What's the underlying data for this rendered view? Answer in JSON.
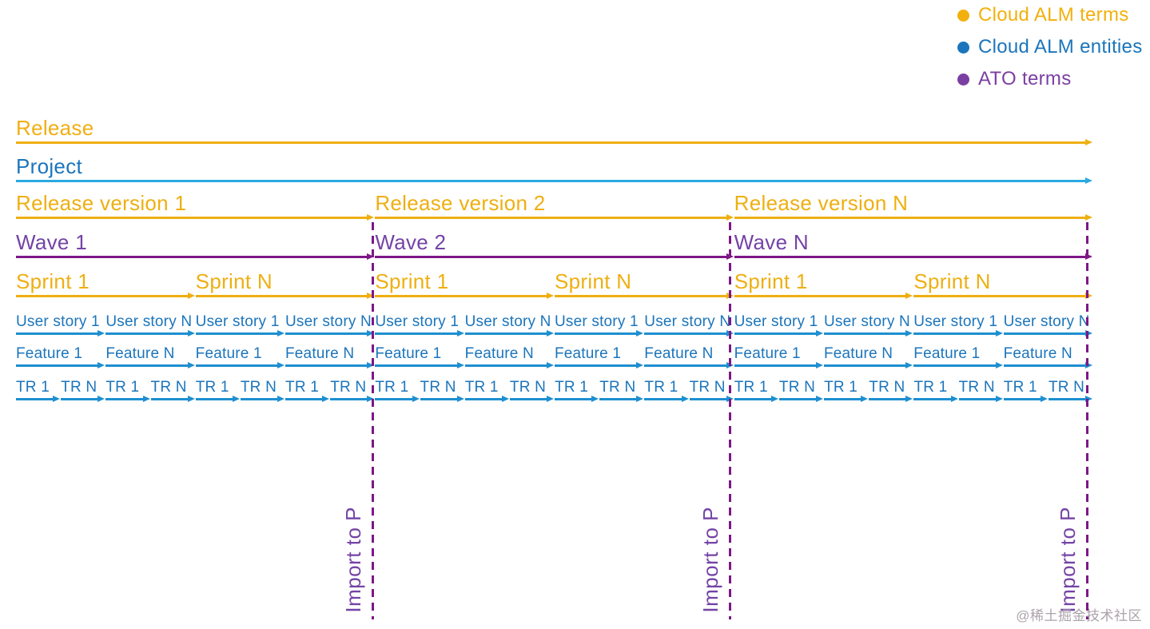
{
  "legend": {
    "items": [
      {
        "label": "Cloud ALM terms",
        "color": "#F2B00C"
      },
      {
        "label": "Cloud ALM entities",
        "color": "#1B75BC"
      },
      {
        "label": "ATO terms",
        "color": "#7B3FA2"
      }
    ]
  },
  "colors": {
    "yellow": "#EFAF12",
    "blue_text": "#1B75BC",
    "blue_line": "#1E8FD0",
    "project_line": "#29A9E1",
    "purple_text": "#7443A6",
    "purple_line": "#7D1786",
    "watermark_gray": "#ABA3AB"
  },
  "timeline": {
    "release": {
      "label": "Release"
    },
    "project": {
      "label": "Project"
    },
    "release_versions": [
      {
        "label": "Release version 1"
      },
      {
        "label": "Release version 2"
      },
      {
        "label": "Release version N"
      }
    ],
    "waves": [
      {
        "label": "Wave 1"
      },
      {
        "label": "Wave 2"
      },
      {
        "label": "Wave N"
      }
    ],
    "sprints": [
      {
        "label": "Sprint 1"
      },
      {
        "label": "Sprint N"
      },
      {
        "label": "Sprint 1"
      },
      {
        "label": "Sprint N"
      },
      {
        "label": "Sprint 1"
      },
      {
        "label": "Sprint N"
      }
    ],
    "user_stories": [
      {
        "label": "User story 1"
      },
      {
        "label": "User story N"
      },
      {
        "label": "User story 1"
      },
      {
        "label": "User story N"
      },
      {
        "label": "User story 1"
      },
      {
        "label": "User story N"
      },
      {
        "label": "User story 1"
      },
      {
        "label": "User story N"
      },
      {
        "label": "User story 1"
      },
      {
        "label": "User story N"
      },
      {
        "label": "User story 1"
      },
      {
        "label": "User story N"
      }
    ],
    "features": [
      {
        "label": "Feature 1"
      },
      {
        "label": "Feature N"
      },
      {
        "label": "Feature 1"
      },
      {
        "label": "Feature N"
      },
      {
        "label": "Feature 1"
      },
      {
        "label": "Feature N"
      },
      {
        "label": "Feature 1"
      },
      {
        "label": "Feature N"
      },
      {
        "label": "Feature 1"
      },
      {
        "label": "Feature N"
      },
      {
        "label": "Feature 1"
      },
      {
        "label": "Feature N"
      }
    ],
    "trs": [
      {
        "label": "TR 1"
      },
      {
        "label": "TR N"
      },
      {
        "label": "TR 1"
      },
      {
        "label": "TR N"
      },
      {
        "label": "TR 1"
      },
      {
        "label": "TR N"
      },
      {
        "label": "TR 1"
      },
      {
        "label": "TR N"
      },
      {
        "label": "TR 1"
      },
      {
        "label": "TR N"
      },
      {
        "label": "TR 1"
      },
      {
        "label": "TR N"
      },
      {
        "label": "TR 1"
      },
      {
        "label": "TR N"
      },
      {
        "label": "TR 1"
      },
      {
        "label": "TR N"
      },
      {
        "label": "TR 1"
      },
      {
        "label": "TR N"
      },
      {
        "label": "TR 1"
      },
      {
        "label": "TR N"
      },
      {
        "label": "TR 1"
      },
      {
        "label": "TR N"
      },
      {
        "label": "TR 1"
      },
      {
        "label": "TR N"
      }
    ]
  },
  "import_markers": [
    {
      "label": "Import to P"
    },
    {
      "label": "Import to P"
    },
    {
      "label": "Import to P"
    }
  ],
  "watermark": "@稀土掘金技术社区"
}
